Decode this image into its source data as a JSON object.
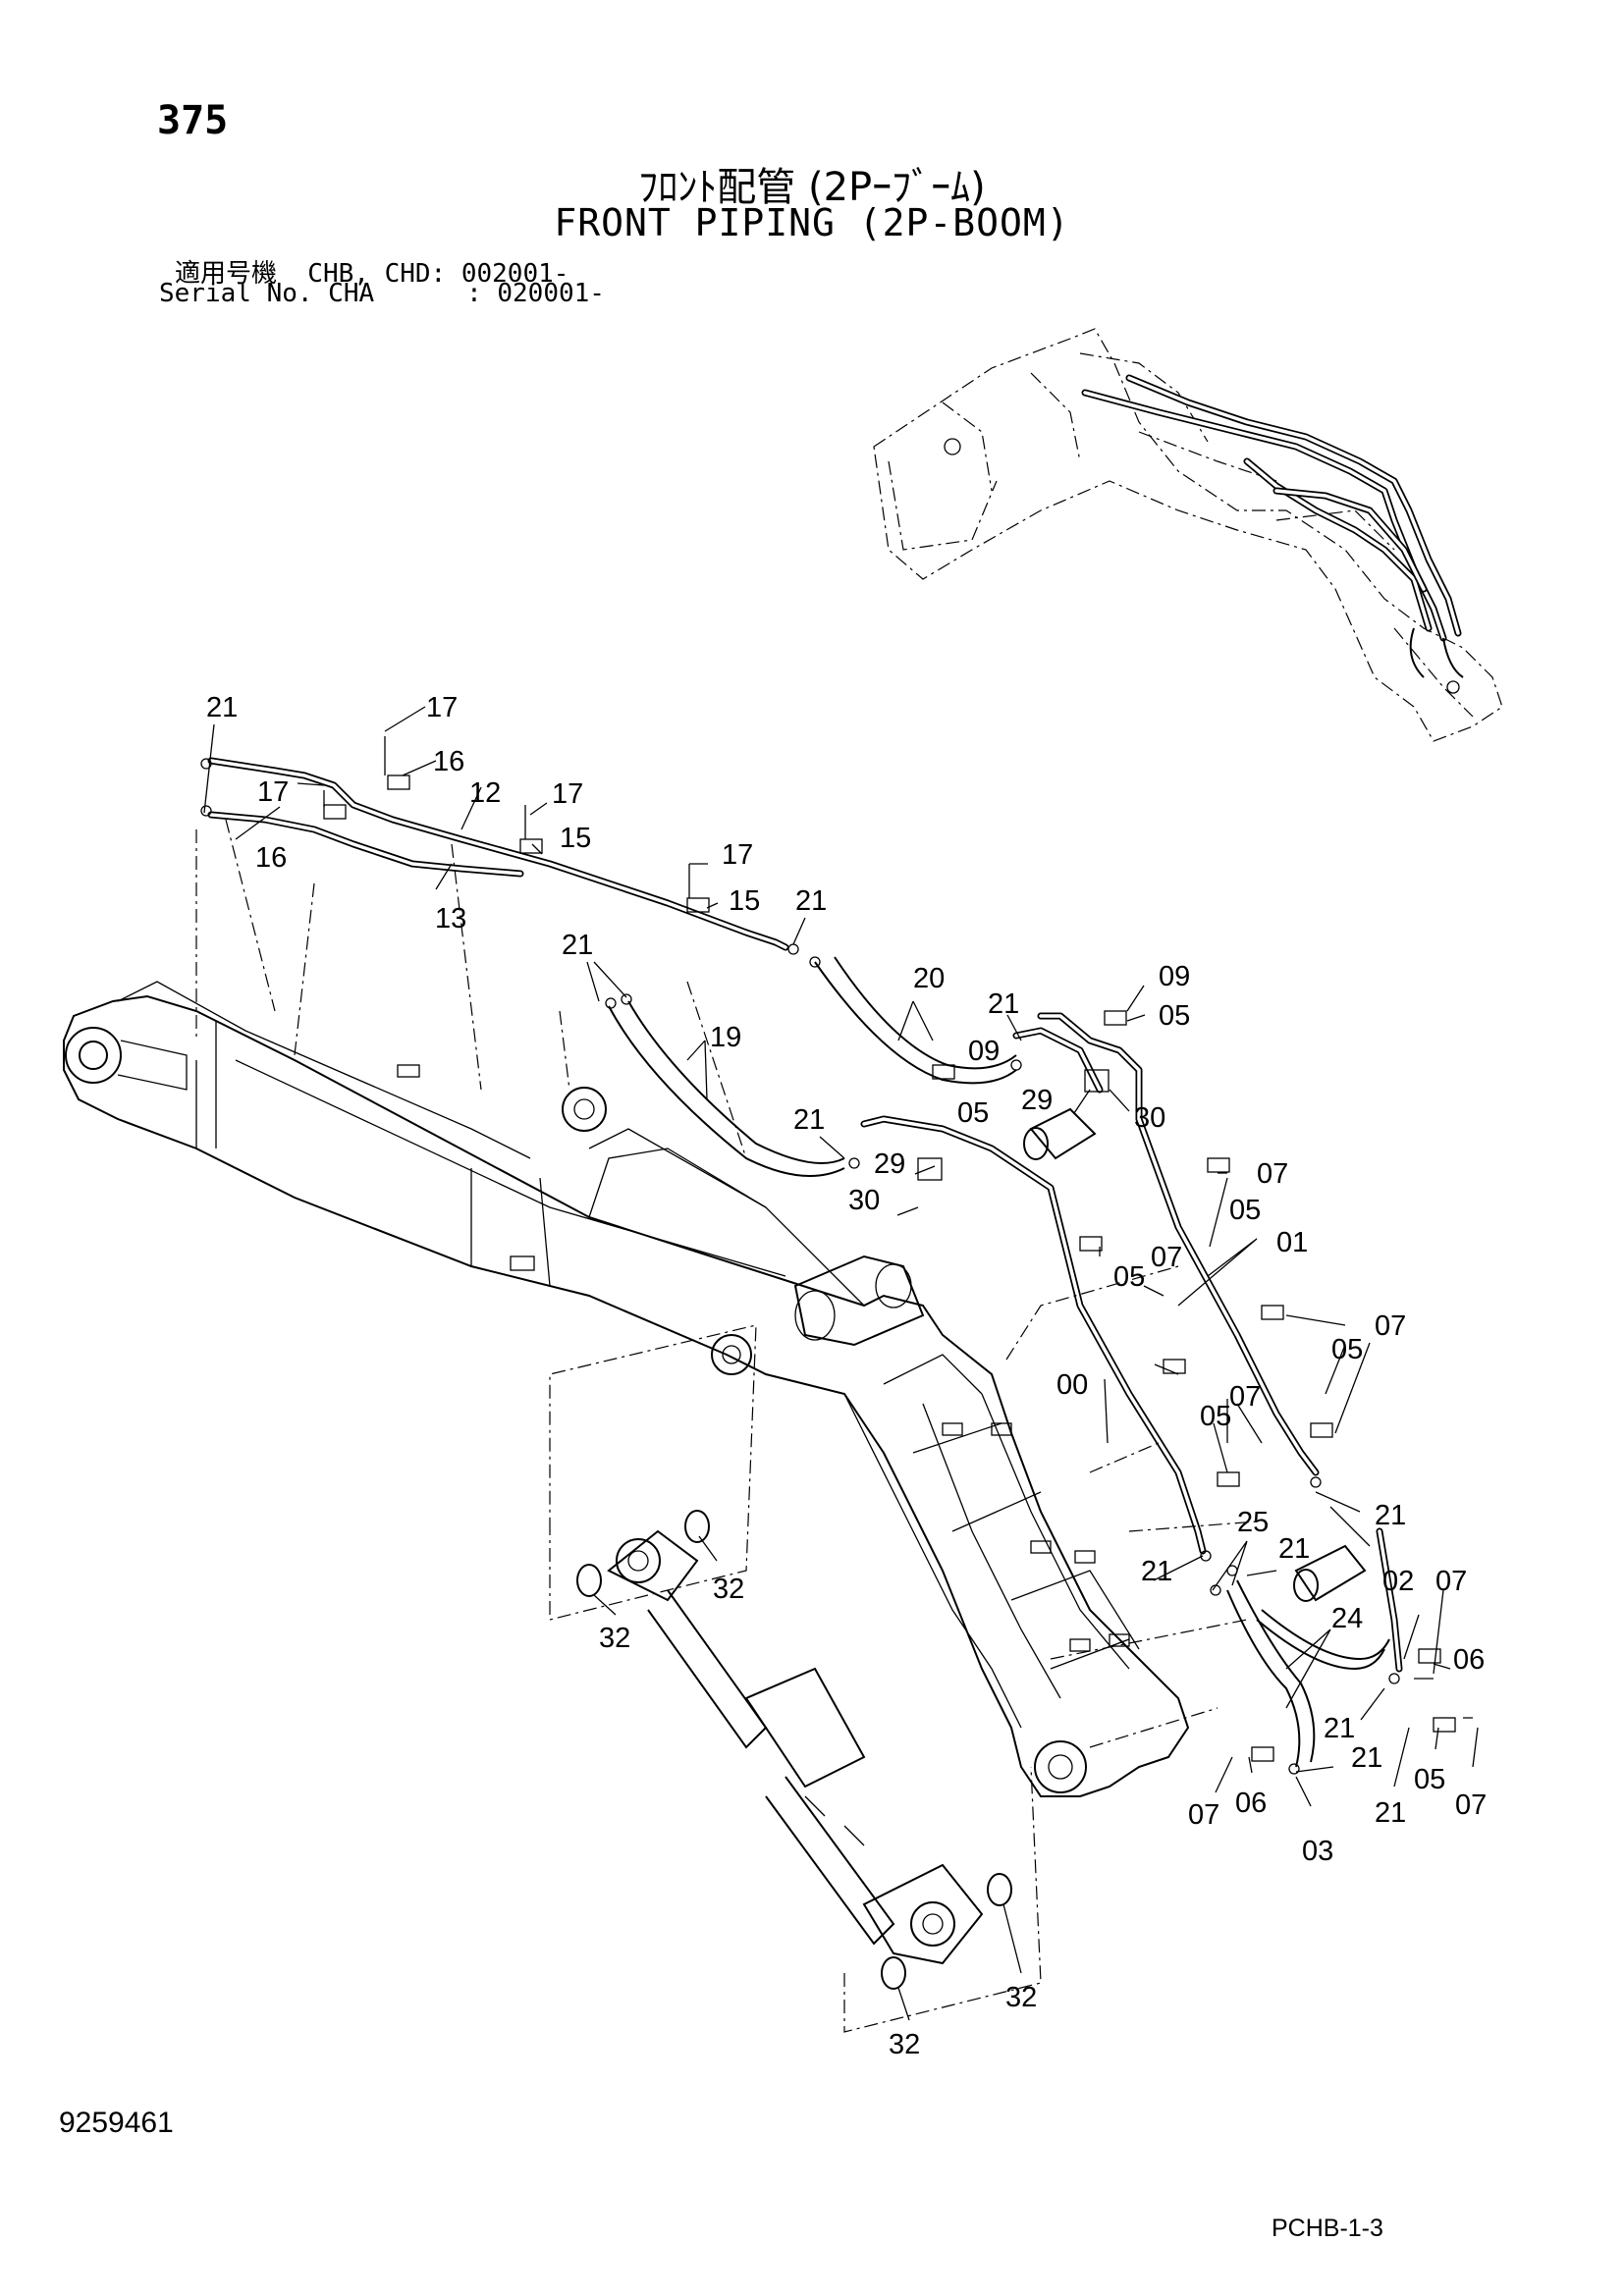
{
  "page_number": "375",
  "title_jp": "ﾌﾛﾝﾄ配管 (2Pｰﾌﾞｰﾑ)",
  "title_en": "FRONT PIPING (2P-BOOM)",
  "serial_line_1": "適用号機  CHB, CHD: 002001-",
  "serial_line_2": "Serial No. CHA      : 020001-",
  "doc_number": "9259461",
  "page_code": "PCHB-1-3",
  "callouts": {
    "c21a": "21",
    "c17a": "17",
    "c16a": "16",
    "c17b": "17",
    "c12": "12",
    "c17c": "17",
    "c15a": "15",
    "c16b": "16",
    "c13": "13",
    "c17d": "17",
    "c15b": "15",
    "c21b": "21",
    "c21c": "21",
    "c19": "19",
    "c20": "20",
    "c09a": "09",
    "c05a": "05",
    "c21d": "21",
    "c09b": "09",
    "c29a": "29",
    "c30a": "30",
    "c05b": "05",
    "c21e": "21",
    "c29b": "29",
    "c30b": "30",
    "c07a": "07",
    "c05c": "05",
    "c05d": "05",
    "c07b": "07",
    "c01": "01",
    "c07c": "07",
    "c05e": "05",
    "c00": "00",
    "c05f": "05",
    "c07d": "07",
    "c25": "25",
    "c21f": "21",
    "c21g": "21",
    "c21h": "21",
    "c02": "02",
    "c07e": "07",
    "c24": "24",
    "c06a": "06",
    "c32a": "32",
    "c32b": "32",
    "c21i": "21",
    "c21j": "21",
    "c05g": "05",
    "c07f": "07",
    "c07g": "07",
    "c06b": "06",
    "c21k": "21",
    "c03": "03",
    "c32c": "32",
    "c32d": "32"
  }
}
